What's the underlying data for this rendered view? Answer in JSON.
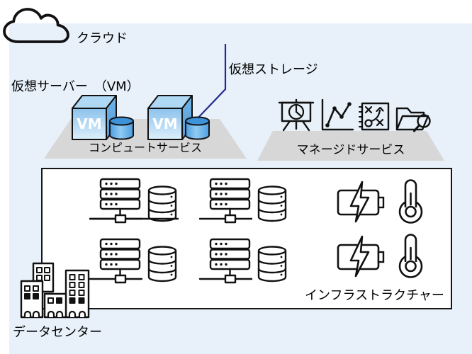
{
  "diagram": {
    "cloud_label": "クラウド",
    "virtual_server_label": "仮想サーバー　（VM）",
    "virtual_storage_label": "仮想ストレージ",
    "vm_badge": "VM",
    "compute_platform": {
      "label": "コンピュートサービス",
      "items": [
        "vm-cube",
        "storage-cylinder",
        "vm-cube",
        "storage-cylinder"
      ]
    },
    "managed_platform": {
      "label": "マネージドサービス",
      "icons": [
        "presentation-pie-chart-icon",
        "line-chart-icon",
        "strategy-notebook-icon",
        "folder-search-icon"
      ]
    },
    "infrastructure": {
      "label": "インフラストラクチャー",
      "server_rack_count": 4,
      "database_count": 4,
      "battery_count": 2,
      "thermometer_count": 2
    },
    "datacenter_label": "データセンター"
  },
  "colors": {
    "panel_bg": "#e8f1fa",
    "platform_gray": "#d7d7d7",
    "cube_top": "#aed8f4",
    "cube_front_top": "#8cc2ec",
    "cube_front_bottom": "#ddeffb",
    "cube_side_dark": "#4e9bd8",
    "cylinder_top": "#3d93da",
    "cylinder_body": "#90cbf2",
    "connector_navy": "#232a8f",
    "outline_black": "#161616"
  }
}
